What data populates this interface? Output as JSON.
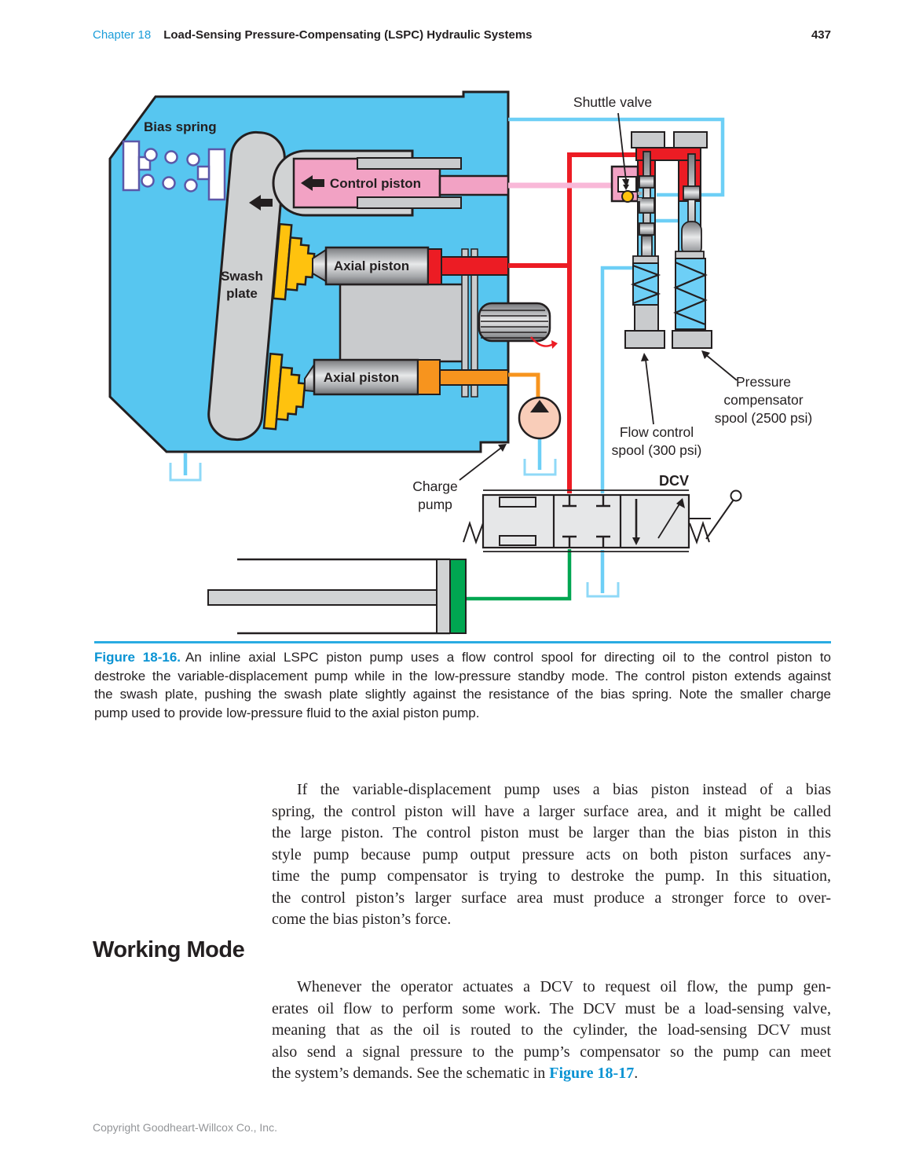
{
  "header": {
    "chapter": "Chapter 18",
    "title": "Load-Sensing Pressure-Compensating (LSPC) Hydraulic Systems",
    "page_number": "437"
  },
  "diagram": {
    "labels": {
      "bias_spring": "Bias spring",
      "control_piston": "Control piston",
      "swash_line1": "Swash",
      "swash_line2": "plate",
      "axial_piston_top": "Axial piston",
      "axial_piston_bottom": "Axial piston",
      "shuttle_valve": "Shuttle valve",
      "pressure_comp_line1": "Pressure",
      "pressure_comp_line2": "compensator",
      "pressure_comp_line3": "spool (2500 psi)",
      "flow_control_line1": "Flow control",
      "flow_control_line2": "spool (300 psi)",
      "charge_line1": "Charge",
      "charge_line2": "pump",
      "dcv": "DCV"
    },
    "colors": {
      "housing_blue": "#57C6F0",
      "pink": "#F2A2C4",
      "pink_line": "#F9B8D8",
      "red": "#EC1C24",
      "orange": "#F7941E",
      "yellow": "#FFC20E",
      "green": "#00A651",
      "light_blue_line": "#6DCFF6",
      "tank_blue": "#8FD9F7",
      "metal_gray": "#C9CBCD",
      "peach": "#F9CDB9",
      "outline": "#231F20",
      "accent_blue": "#0993D3"
    }
  },
  "caption": {
    "figure_label": "Figure 18-16.",
    "lines": [
      "An inline axial LSPC piston pump uses a flow control spool for directing oil to the control piston to",
      "destroke the variable-displacement pump while in the low-pressure standby mode. The control piston extends against",
      "the swash plate, pushing the swash plate slightly against the resistance of the bias spring. Note the smaller charge",
      "pump used to provide low-pressure fluid to the axial piston pump."
    ]
  },
  "body": {
    "paragraph1_lines": [
      "If the variable-displacement pump uses a bias piston instead of a bias",
      "spring, the control piston will have a larger surface area, and it might be called",
      "the large piston. The control piston must be larger than the bias piston in this",
      "style pump because pump output pressure acts on both piston surfaces any-",
      "time the pump compensator is trying to destroke the pump. In this situation,",
      "the control piston’s larger surface area must produce a stronger force to over-",
      "come the bias piston’s force."
    ],
    "heading": "Working Mode",
    "paragraph2_lines": [
      "Whenever the operator actuates a DCV to request oil flow, the pump gen-",
      "erates oil flow to perform some work. The DCV must be a load-sensing valve,",
      "meaning that as the oil is routed to the cylinder, the load-sensing DCV must",
      "also send a signal pressure to the pump’s compensator so the pump can meet"
    ],
    "paragraph2_last_prefix": "the system’s demands. See the schematic in ",
    "figure_ref": "Figure 18-17",
    "paragraph2_last_suffix": "."
  },
  "footer": {
    "copyright": "Copyright Goodheart-Willcox Co., Inc."
  }
}
